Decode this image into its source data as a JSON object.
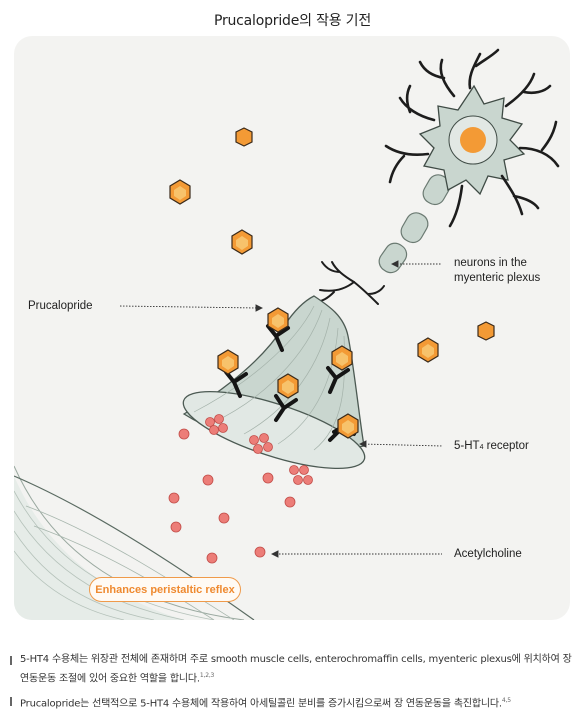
{
  "title": "Prucalopride의 작용 기전",
  "labels": {
    "neurons_line1": "neurons in the",
    "neurons_line2": "myenteric plexus",
    "prucalopride": "Prucalopride",
    "receptor_main": "5-HT",
    "receptor_sub": "4",
    "receptor_suffix": " receptor",
    "acetylcholine": "Acetylcholine",
    "reflex_badge": "Enhances peristaltic reflex"
  },
  "notes": [
    {
      "text": "5-HT4 수용체는 위장관 전체에 존재하며 주로 smooth muscle cells, enterochromaffin cells, myenteric plexus에 위치하여 장 연동운동 조절에 있어 중요한 역할을 합니다.",
      "refs": "1,2,3"
    },
    {
      "text": "Prucalopride는 선택적으로 5-HT4 수용체에 작용하여 아세틸콜린 분비를 증가시킴으로써 장 연동운동을 촉진합니다.",
      "refs": "4,5"
    }
  ],
  "colors": {
    "hexagon": "#f39a35",
    "hexagon_border": "#3a2a1a",
    "acetylcholine": "#ec7d78",
    "neuron": "#c9d6cf",
    "accent_orange": "#ef8a30"
  }
}
